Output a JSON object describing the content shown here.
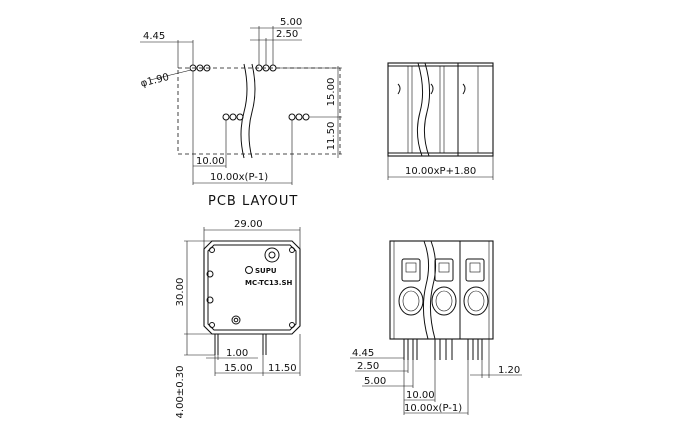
{
  "titles": {
    "pcb_layout": "PCB LAYOUT"
  },
  "pcb_dims": {
    "d445": "4.45",
    "d500": "5.00",
    "d250": "2.50",
    "hole": "φ1.90",
    "d1500": "15.00",
    "d1150": "11.50",
    "d1000": "10.00",
    "pitch": "10.00x(P-1)"
  },
  "top_dims": {
    "width": "10.00xP+1.80"
  },
  "front_dims": {
    "width": "29.00",
    "height": "30.00",
    "pin": "1.00",
    "d1500": "15.00",
    "d1150": "11.50",
    "pin_len": "4.00±0.30"
  },
  "logo": {
    "brand": "SUPU",
    "model": "MC-TC13.SH"
  },
  "side_dims": {
    "d445": "4.45",
    "d250": "2.50",
    "d500": "5.00",
    "d1000": "10.00",
    "pitch": "10.00x(P-1)",
    "d120": "1.20"
  }
}
